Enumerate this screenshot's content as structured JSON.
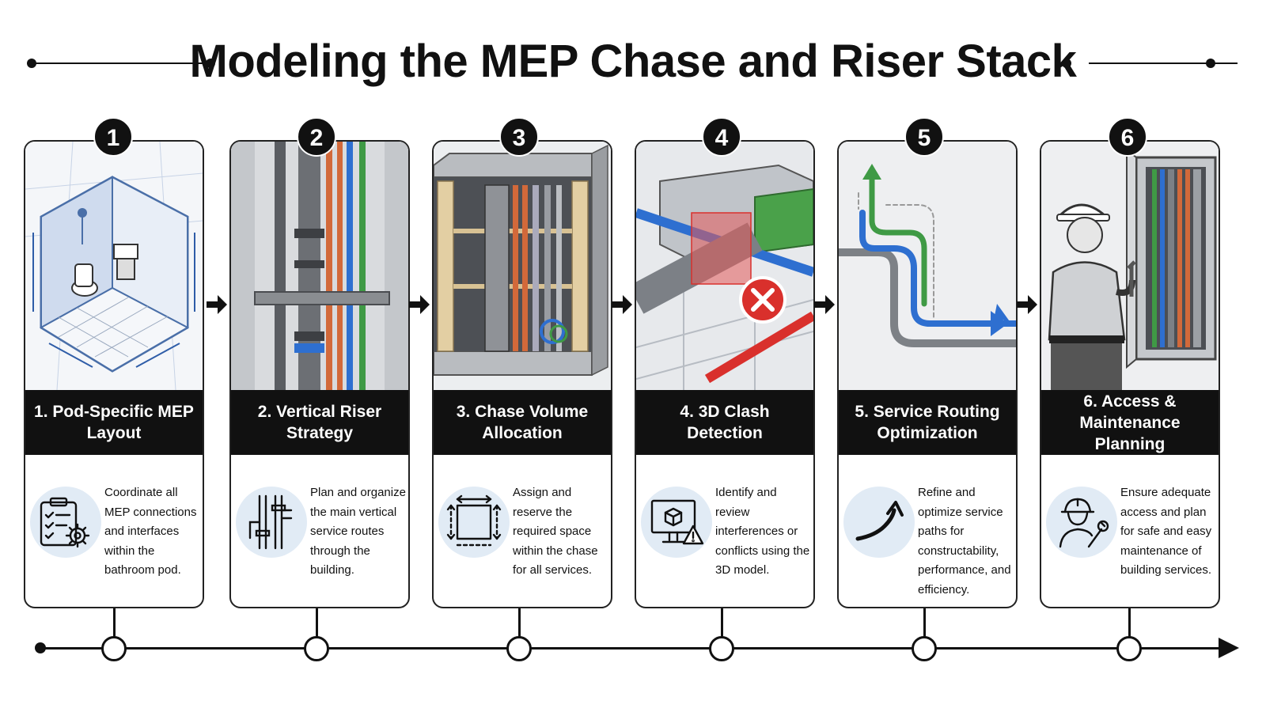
{
  "title": "Modeling the MEP Chase and Riser Stack",
  "steps": [
    {
      "number": "1",
      "heading": "1. Pod-Specific MEP Layout",
      "description": "Coordinate all MEP connections and interfaces within the bathroom pod.",
      "icon": "checklist-gear-icon"
    },
    {
      "number": "2",
      "heading": "2. Vertical Riser Strategy",
      "description": "Plan and organize the main vertical service routes through the building.",
      "icon": "vertical-pipes-icon"
    },
    {
      "number": "3",
      "heading": "3. Chase Volume Allocation",
      "description": "Assign and reserve the required space within the chase for all services.",
      "icon": "volume-box-icon"
    },
    {
      "number": "4",
      "heading": "4. 3D Clash Detection",
      "description": "Identify and review interferences or conflicts using the 3D model.",
      "icon": "monitor-warning-icon"
    },
    {
      "number": "5",
      "heading": "5. Service Routing Optimization",
      "description": "Refine and optimize service paths for constructability, performance, and efficiency.",
      "icon": "curved-arrow-icon"
    },
    {
      "number": "6",
      "heading": "6. Access & Maintenance Planning",
      "description": "Ensure adequate access and plan for safe and easy maintenance of building services.",
      "icon": "worker-wrench-icon"
    }
  ],
  "colors": {
    "ink": "#111111",
    "pipe_blue": "#2e6fd0",
    "pipe_copper": "#d2693a",
    "pipe_green": "#3f9a45",
    "clash_red": "#d9302c",
    "icon_bg": "#e1ebf5"
  }
}
